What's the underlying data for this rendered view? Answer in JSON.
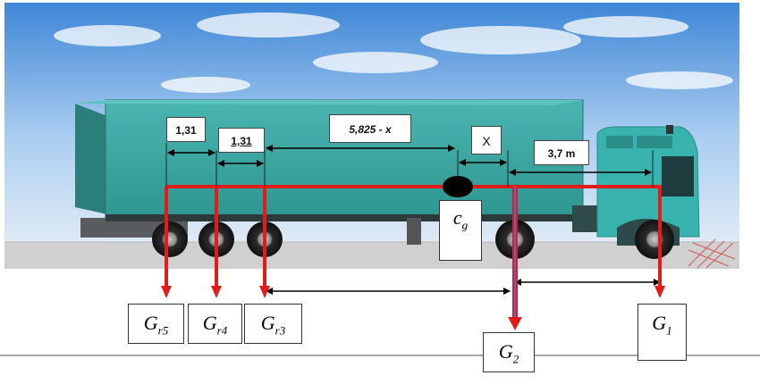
{
  "dimensions": {
    "gap_5_4": "1,31",
    "gap_4_3": "1,31",
    "gap_3_cg": "5,825 - x",
    "gap_cg_2": "x",
    "gap_2_1": "3,7 m"
  },
  "center_of_gravity": {
    "symbol": "c",
    "subscript": "g"
  },
  "forces": [
    {
      "id": "r5",
      "symbol": "G",
      "subscript": "r5"
    },
    {
      "id": "r4",
      "symbol": "G",
      "subscript": "r4"
    },
    {
      "id": "r3",
      "symbol": "G",
      "subscript": "r3"
    },
    {
      "id": "2",
      "symbol": "G",
      "subscript": "2"
    },
    {
      "id": "1",
      "symbol": "G",
      "subscript": "1"
    }
  ],
  "colors": {
    "trailer": "#3aa5a0",
    "trailer_dark": "#2a7f7b",
    "cab": "#39b3ad",
    "force_arrow": "#e21b1b",
    "g2_arrow_blue": "#5a63d8",
    "dimension_line": "#000000",
    "sky_top": "#3e8ad8",
    "road": "#cfcfcf"
  }
}
